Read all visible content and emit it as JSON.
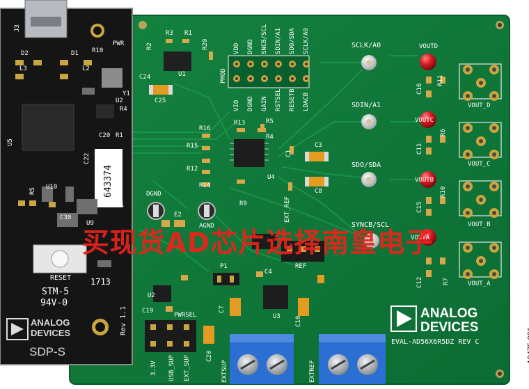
{
  "board": {
    "model_label": "EVAL-AD56X6R5DZ REV C",
    "brand_line1": "ANALOG",
    "brand_line2": "DEVICES",
    "test_points": [
      "SCLK/A0",
      "SDIN/A1",
      "SDO/SDA",
      "SYNCB/SCL"
    ],
    "vout_points": [
      "VOUTD",
      "VOUTC",
      "VOUTB",
      "VOUTA"
    ],
    "vout_connectors": [
      "VOUT_D",
      "VOUT_C",
      "VOUT_B",
      "VOUT_A"
    ],
    "header_top_labels": [
      "VDD",
      "DGND",
      "SNCB/SCL",
      "SDIN/A1",
      "SDO/SDA",
      "SCLK/A0"
    ],
    "header_bottom_labels": [
      "VIO",
      "DGND",
      "GAIN",
      "RSTSEL",
      "RESETB",
      "LDACB"
    ],
    "pmod_label": "PMOD",
    "ground_labels": [
      "DGND",
      "AGND"
    ],
    "ref_labels": [
      "EXT_REF",
      "REF"
    ],
    "power_labels": [
      "PWRSEL",
      "3.3V",
      "USB_SUP",
      "EXT_SUP"
    ],
    "terminal_labels": [
      "EXTSUP",
      "EXTREF"
    ],
    "component_labels": [
      "R3",
      "R1",
      "R20",
      "R2",
      "U1",
      "C24",
      "C25",
      "R16",
      "R13",
      "R15",
      "R12",
      "R14",
      "R9",
      "R5",
      "R4",
      "U4",
      "C3",
      "C8",
      "C1",
      "E2",
      "U2",
      "C19",
      "C20",
      "C7",
      "C10",
      "C4",
      "U3",
      "P1",
      "C16",
      "R11",
      "C11",
      "R6",
      "C15",
      "R10",
      "C12",
      "R7"
    ],
    "rev_label": "Rev 1.1"
  },
  "sdp": {
    "part_label": "SDP-S",
    "serial": "643374",
    "brand_line1": "ANALOG",
    "brand_line2": "DEVICES",
    "reset_label": "RESET",
    "pwr_label": "PWR",
    "silk_lines": [
      "STM-5",
      "94V-0"
    ],
    "component_labels": [
      "J3",
      "D2",
      "D1",
      "R10",
      "L3",
      "L2",
      "Y1",
      "U2",
      "R4",
      "C20",
      "R1",
      "C22",
      "U10",
      "R5",
      "C31",
      "U9",
      "C30",
      "U5"
    ],
    "code": "1713"
  },
  "watermark": "买现货AD芯片选择南皇电子",
  "figure_id": "12475-001",
  "colors": {
    "pcb_green": "#0f7a3a",
    "sdp_black": "#151515",
    "terminal_blue": "#2a6fd1",
    "test_point_red": "#d81b23",
    "watermark": "#e8231c"
  }
}
